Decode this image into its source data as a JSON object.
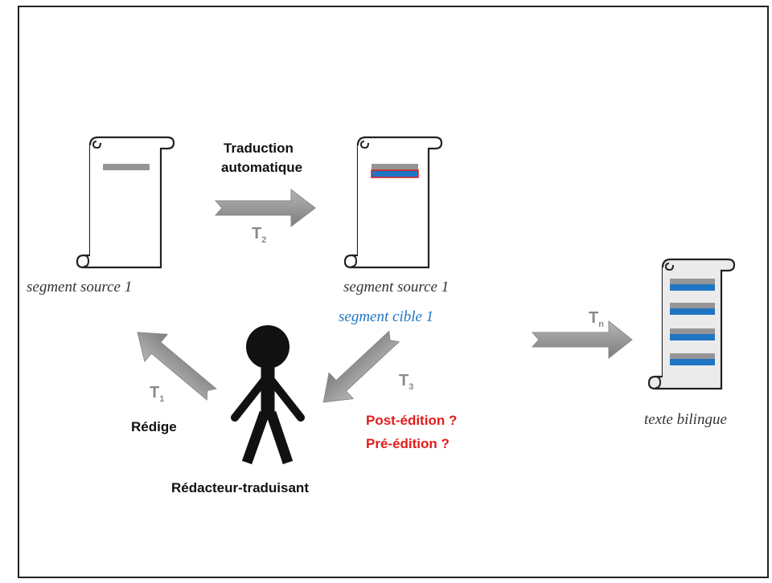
{
  "labels": {
    "source1": "segment source 1",
    "source1_b": "segment source 1",
    "target1": "segment cible 1",
    "bilingual": "texte bilingue",
    "machine_translation_line1": "Traduction",
    "machine_translation_line2": "automatique",
    "writes": "Rédige",
    "post_edit": "Post-édition ?",
    "pre_edit": "Pré-édition ?",
    "writer_translator": "Rédacteur-traduisant"
  },
  "steps": {
    "t1": "T",
    "t1_sub": "1",
    "t2": "T",
    "t2_sub": "2",
    "t3": "T",
    "t3_sub": "3",
    "tn": "T",
    "tn_sub": "n"
  },
  "colors": {
    "arrow": "#9a9a9a",
    "bar_gray": "#959595",
    "bar_blue": "#1f75c3",
    "accent_red": "#e21b1b",
    "scroll_tint": "#eeeeee"
  }
}
